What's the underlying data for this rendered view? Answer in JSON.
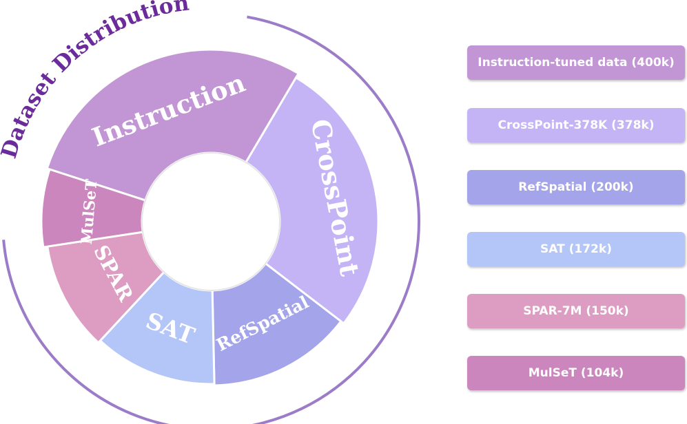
{
  "chart_data": {
    "type": "pie",
    "title": "Dataset Distribution",
    "slices": [
      {
        "name": "Instruction",
        "legend": "Instruction-tuned data (400k)",
        "value": 400,
        "color": "#c295d4"
      },
      {
        "name": "CrossPoint",
        "legend": "CrossPoint-378K (378k)",
        "value": 378,
        "color": "#c4b4f5"
      },
      {
        "name": "RefSpatial",
        "legend": "RefSpatial (200k)",
        "value": 200,
        "color": "#a3a4ea"
      },
      {
        "name": "SAT",
        "legend": "SAT (172k)",
        "value": 172,
        "color": "#b4c5f8"
      },
      {
        "name": "SPAR",
        "legend": "SPAR-7M (150k)",
        "value": 150,
        "color": "#dd9dc2"
      },
      {
        "name": "MulSeT",
        "legend": "MulSeT (104k)",
        "value": 104,
        "color": "#cb86bd"
      }
    ],
    "legend_position": "right",
    "outline_color": "#9c7cc9",
    "title_color": "#6b2b9a"
  }
}
